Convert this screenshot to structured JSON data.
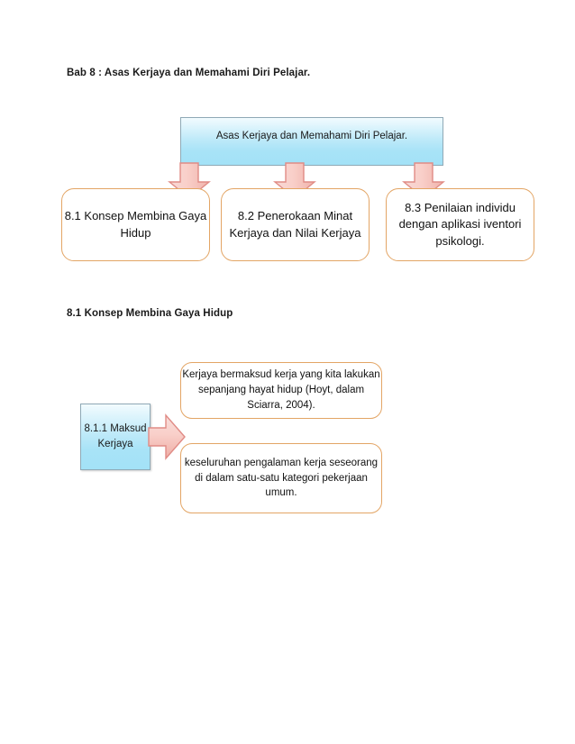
{
  "document": {
    "chapter_heading": "Bab 8 : Asas Kerjaya dan Memahami Diri Pelajar.",
    "section_heading": "8.1 Konsep Membina Gaya Hidup"
  },
  "colors": {
    "box_border_orange": "#e3a565",
    "blue_box_border": "#8fa9b6",
    "blue_box_fill_top": "#f2fbfe",
    "blue_box_fill_bottom": "#a3e2f7",
    "arrow_fill": "#f6cfcf",
    "arrow_border": "#e08b85",
    "text_color": "#111111",
    "page_background": "#ffffff"
  },
  "diagram_top": {
    "root": {
      "label": "Asas Kerjaya dan Memahami Diri Pelajar.",
      "shape": "blue-gradient-rectangle"
    },
    "arrows": [
      {
        "icon": "arrow-down-icon",
        "target": "leaf-1"
      },
      {
        "icon": "arrow-down-icon",
        "target": "leaf-2"
      },
      {
        "icon": "arrow-down-icon",
        "target": "leaf-3"
      }
    ],
    "leaves": [
      {
        "label": "8.1 Konsep Membina Gaya Hidup"
      },
      {
        "label": "8.2 Penerokaan Minat Kerjaya dan Nilai Kerjaya"
      },
      {
        "label": "8.3 Penilaian individu dengan aplikasi iventori psikologi."
      }
    ]
  },
  "diagram_bottom": {
    "source": {
      "label": "8.1.1 Maksud Kerjaya",
      "shape": "blue-gradient-rectangle"
    },
    "arrow": {
      "icon": "arrow-right-icon"
    },
    "notes": [
      {
        "label": "Kerjaya bermaksud kerja yang kita lakukan sepanjang hayat hidup (Hoyt, dalam Sciarra, 2004)."
      },
      {
        "label": "keseluruhan pengalaman kerja seseorang di dalam satu-satu kategori pekerjaan umum."
      }
    ]
  }
}
